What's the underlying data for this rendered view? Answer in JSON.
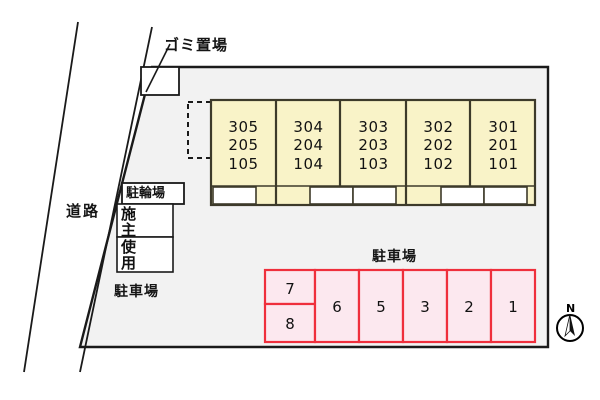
{
  "site": {
    "background_color": "#f2f2f2",
    "boundary_color": "#1a1a1a"
  },
  "road": {
    "label": "道路"
  },
  "garbage": {
    "label": "ゴミ置場"
  },
  "building": {
    "fill_color": "#f9f3c8",
    "border_color": "#3d3a2a",
    "units": [
      {
        "col": 1,
        "floors": [
          "305",
          "205",
          "105"
        ]
      },
      {
        "col": 2,
        "floors": [
          "304",
          "204",
          "104"
        ]
      },
      {
        "col": 3,
        "floors": [
          "303",
          "203",
          "103"
        ]
      },
      {
        "col": 4,
        "floors": [
          "302",
          "202",
          "102"
        ]
      },
      {
        "col": 5,
        "floors": [
          "301",
          "201",
          "101"
        ]
      }
    ]
  },
  "bicycle_parking": {
    "label": "駐輪場"
  },
  "owner_use": {
    "chars": [
      "施",
      "主",
      "使",
      "用"
    ],
    "label": "駐車場"
  },
  "parking": {
    "title": "駐車場",
    "fill_color": "#fce8ef",
    "border_color": "#ef2f3c",
    "stalls": [
      "7",
      "8",
      "6",
      "5",
      "3",
      "2",
      "1"
    ]
  },
  "compass": {
    "label": "N"
  }
}
